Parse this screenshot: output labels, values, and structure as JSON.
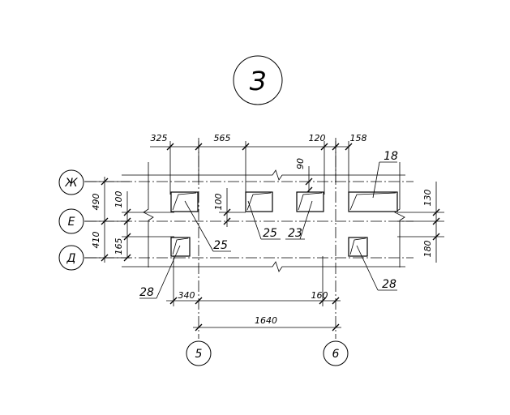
{
  "section_mark": "З",
  "axis_bubbles": {
    "rows": [
      "Ж",
      "Е",
      "Д"
    ],
    "columns": [
      "5",
      "6"
    ]
  },
  "dimensions": {
    "top": [
      "325",
      "565",
      "120",
      "158"
    ],
    "top_inner": "90",
    "left": [
      "490",
      "410"
    ],
    "left_inner": [
      "100",
      "165"
    ],
    "right": [
      "130",
      "180"
    ],
    "mid": "100",
    "bottom": [
      "340",
      "160"
    ],
    "overall": "1640"
  },
  "callouts": [
    "25",
    "25",
    "23",
    "18",
    "28",
    "28"
  ]
}
